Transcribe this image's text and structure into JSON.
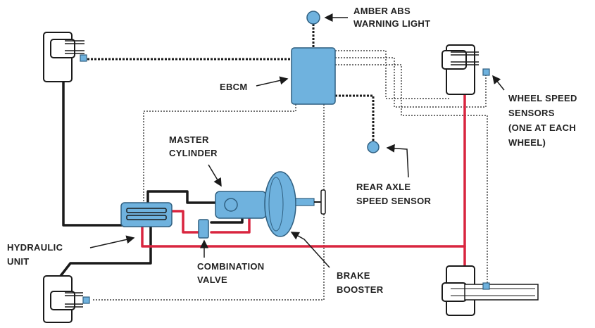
{
  "colors": {
    "component_fill": "#6fb2de",
    "component_stroke": "#2f5f80",
    "brake_line": "#d9253f",
    "hydraulic_line": "#1a1a1a",
    "wire_line": "#1a1a1a",
    "text": "#222222"
  },
  "labels": {
    "amber_abs_warning_light": [
      "AMBER ABS",
      "WARNING LIGHT"
    ],
    "ebcm": [
      "EBCM"
    ],
    "wheel_speed_sensors": [
      "WHEEL SPEED",
      "SENSORS",
      "(ONE AT EACH",
      "WHEEL)"
    ],
    "master_cylinder": [
      "MASTER",
      "CYLINDER"
    ],
    "rear_axle_speed_sensor": [
      "REAR AXLE",
      "SPEED SENSOR"
    ],
    "hydraulic_unit": [
      "HYDRAULIC",
      "UNIT"
    ],
    "combination_valve": [
      "COMBINATION",
      "VALVE"
    ],
    "brake_booster": [
      "BRAKE",
      "BOOSTER"
    ]
  }
}
